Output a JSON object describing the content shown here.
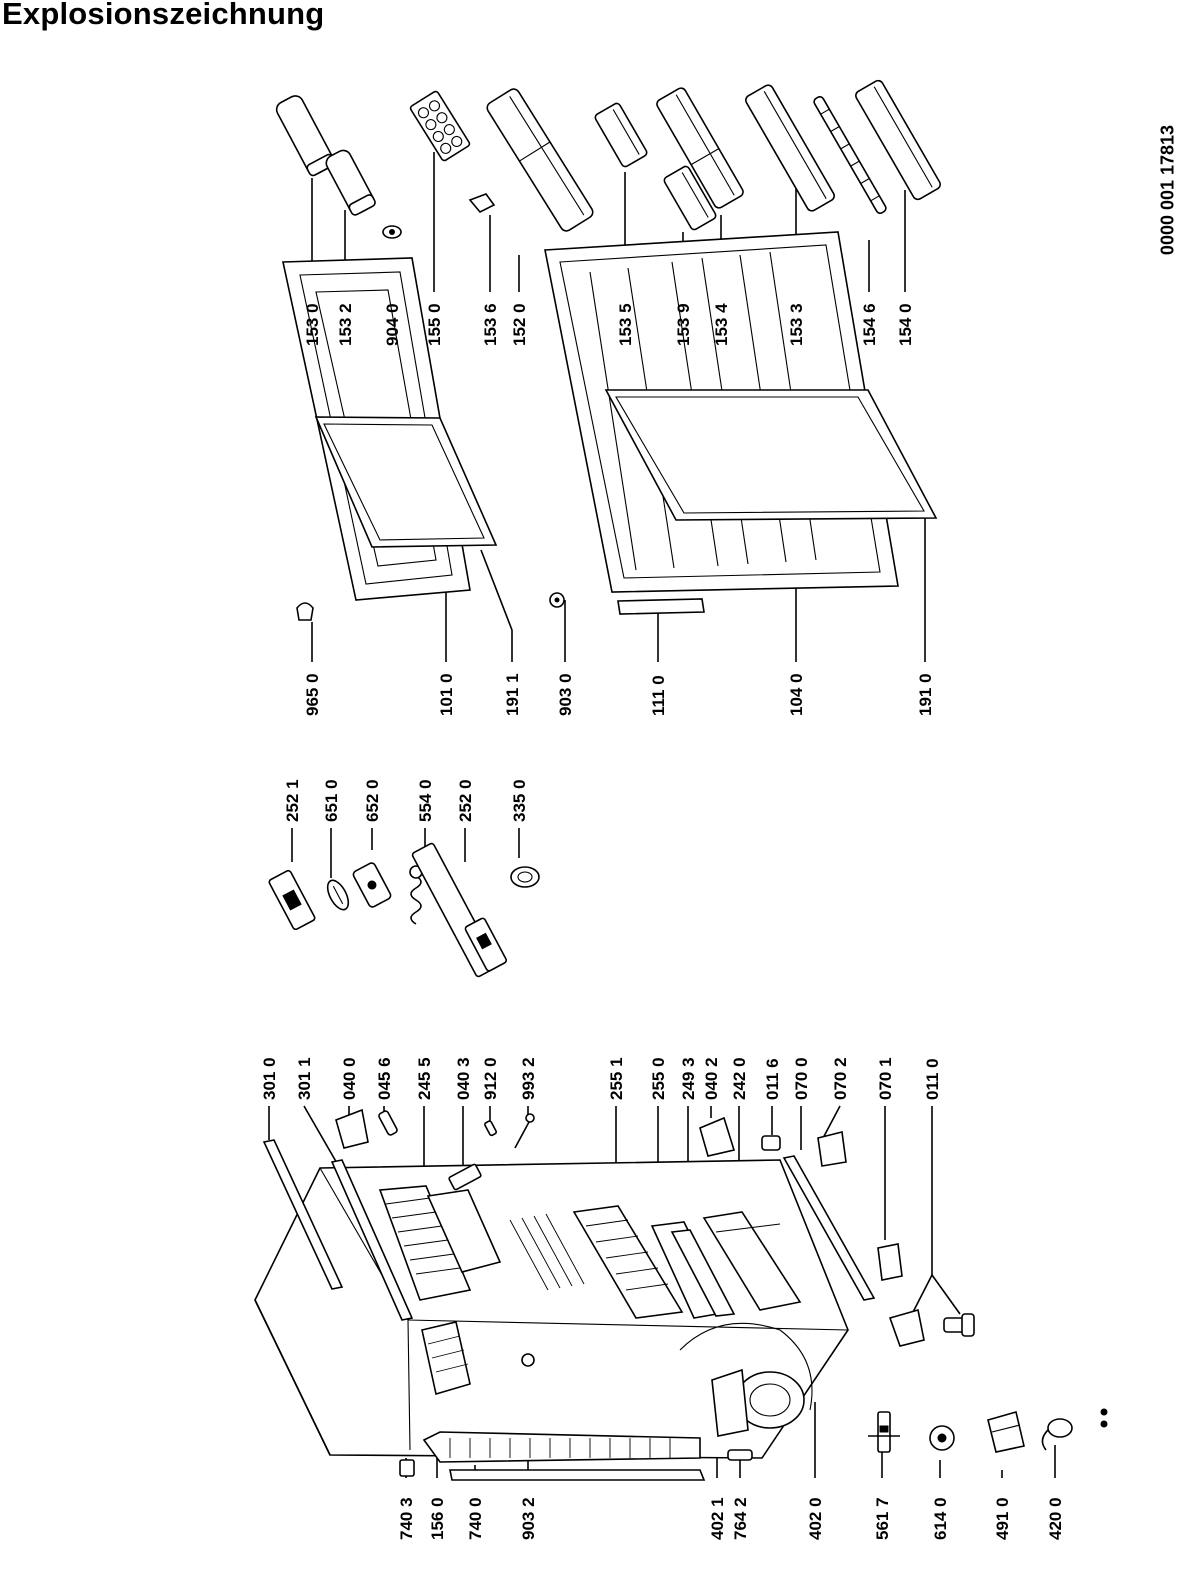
{
  "title": "Explosionszeichnung",
  "doc_number": "0000 001 17813",
  "parts": [
    {
      "code": "153 0"
    },
    {
      "code": "153 2"
    },
    {
      "code": "904 0"
    },
    {
      "code": "155 0"
    },
    {
      "code": "153 6"
    },
    {
      "code": "152 0"
    },
    {
      "code": "153 5"
    },
    {
      "code": "153 9"
    },
    {
      "code": "153 4"
    },
    {
      "code": "153 3"
    },
    {
      "code": "154 6"
    },
    {
      "code": "154 0"
    },
    {
      "code": "965 0"
    },
    {
      "code": "101 0"
    },
    {
      "code": "191 1"
    },
    {
      "code": "903 0"
    },
    {
      "code": "111 0"
    },
    {
      "code": "104 0"
    },
    {
      "code": "191 0"
    },
    {
      "code": "252 1"
    },
    {
      "code": "651 0"
    },
    {
      "code": "652 0"
    },
    {
      "code": "554 0"
    },
    {
      "code": "252 0"
    },
    {
      "code": "335 0"
    },
    {
      "code": "301 0"
    },
    {
      "code": "301 1"
    },
    {
      "code": "040 0"
    },
    {
      "code": "045 6"
    },
    {
      "code": "245 5"
    },
    {
      "code": "040 3"
    },
    {
      "code": "912 0"
    },
    {
      "code": "993 2"
    },
    {
      "code": "255 1"
    },
    {
      "code": "255 0"
    },
    {
      "code": "249 3"
    },
    {
      "code": "040 2"
    },
    {
      "code": "242 0"
    },
    {
      "code": "011 6"
    },
    {
      "code": "070 0"
    },
    {
      "code": "070 2"
    },
    {
      "code": "070 1"
    },
    {
      "code": "011 0"
    },
    {
      "code": "740 3"
    },
    {
      "code": "156 0"
    },
    {
      "code": "740 0"
    },
    {
      "code": "903 2"
    },
    {
      "code": "402 1"
    },
    {
      "code": "764 2"
    },
    {
      "code": "402 0"
    },
    {
      "code": "561 7"
    },
    {
      "code": "614 0"
    },
    {
      "code": "491 0"
    },
    {
      "code": "420 0"
    }
  ]
}
